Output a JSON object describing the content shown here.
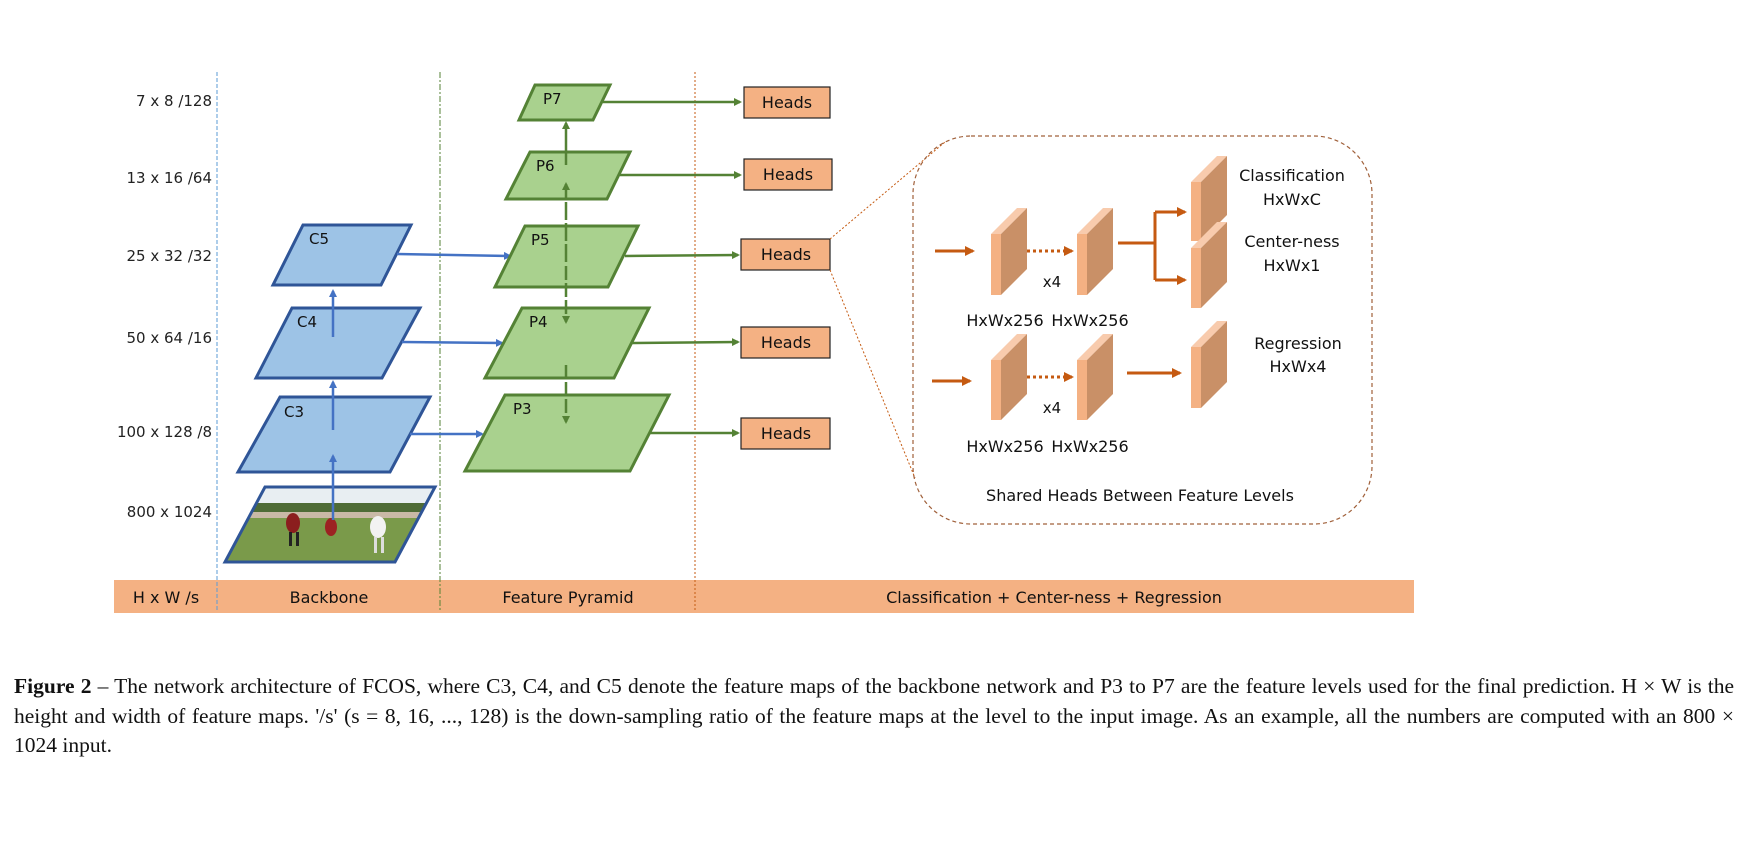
{
  "resolution_labels": [
    "7 x 8 /128",
    "13 x 16 /64",
    "25 x 32 /32",
    "50 x 64 /16",
    "100 x 128 /8",
    "800 x 1024"
  ],
  "backbone_maps": [
    "C5",
    "C4",
    "C3"
  ],
  "pyramid_maps": [
    "P7",
    "P6",
    "P5",
    "P4",
    "P3"
  ],
  "heads_label": "Heads",
  "bottom_bar": {
    "size_col": "H x W /s",
    "backbone": "Backbone",
    "pyramid": "Feature Pyramid",
    "heads": "Classification + Center-ness + Regression"
  },
  "shared_heads": {
    "title": "Shared Heads Between Feature Levels",
    "repeat": "x4",
    "tensor": "HxWx256",
    "classification": "Classification",
    "classification_shape": "HxWxC",
    "centerness": "Center-ness",
    "centerness_shape": "HxWx1",
    "regression": "Regression",
    "regression_shape": "HxWx4"
  },
  "caption": {
    "label": "Figure 2",
    "text": " – The network architecture of FCOS, where C3, C4, and C5 denote the feature maps of the backbone network and P3 to P7 are the feature levels used for the final prediction. H × W is the height and width of feature maps. '/s' (s = 8, 16, ..., 128) is the down-sampling ratio of the feature maps at the level to the input image. As an example, all the numbers are computed with an 800 × 1024 input."
  },
  "colors": {
    "backbone_fill": "#9dc3e6",
    "backbone_stroke": "#2f5597",
    "backbone_arrow": "#4472c4",
    "pyramid_fill": "#a9d18e",
    "pyramid_stroke": "#548235",
    "heads_fill": "#f4b183",
    "bar_fill": "#f4b183",
    "head_arrow": "#c55a11",
    "tensor_fill": "#f4b183",
    "tensor_side": "#c99067"
  }
}
